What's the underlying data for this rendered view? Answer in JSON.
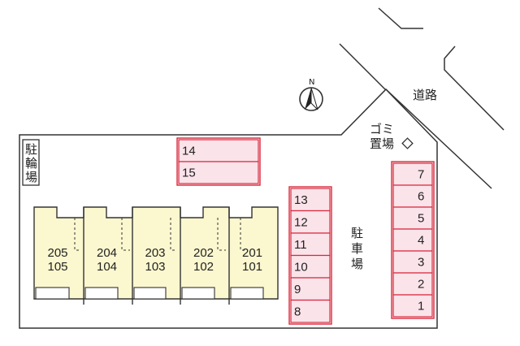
{
  "labels": {
    "road": "道路",
    "garbage": [
      "ゴミ",
      "置場"
    ],
    "bicycle_parking": [
      "駐",
      "輪",
      "場"
    ],
    "car_parking": [
      "駐",
      "車",
      "場"
    ],
    "north": "N"
  },
  "parking_top": [
    "14",
    "15"
  ],
  "parking_middle": [
    "13",
    "12",
    "11",
    "10",
    "9",
    "8"
  ],
  "parking_right": [
    "7",
    "6",
    "5",
    "4",
    "3",
    "2",
    "1"
  ],
  "units": [
    {
      "upper": "205",
      "lower": "105"
    },
    {
      "upper": "204",
      "lower": "104"
    },
    {
      "upper": "203",
      "lower": "103"
    },
    {
      "upper": "202",
      "lower": "102"
    },
    {
      "upper": "201",
      "lower": "101"
    }
  ],
  "colors": {
    "parking_fill": "#fbe3ea",
    "parking_stroke": "#d9283c",
    "building_fill": "#fbf7cf",
    "line": "#333333"
  },
  "icons": [
    "compass-icon",
    "garbage-diamond-icon"
  ]
}
